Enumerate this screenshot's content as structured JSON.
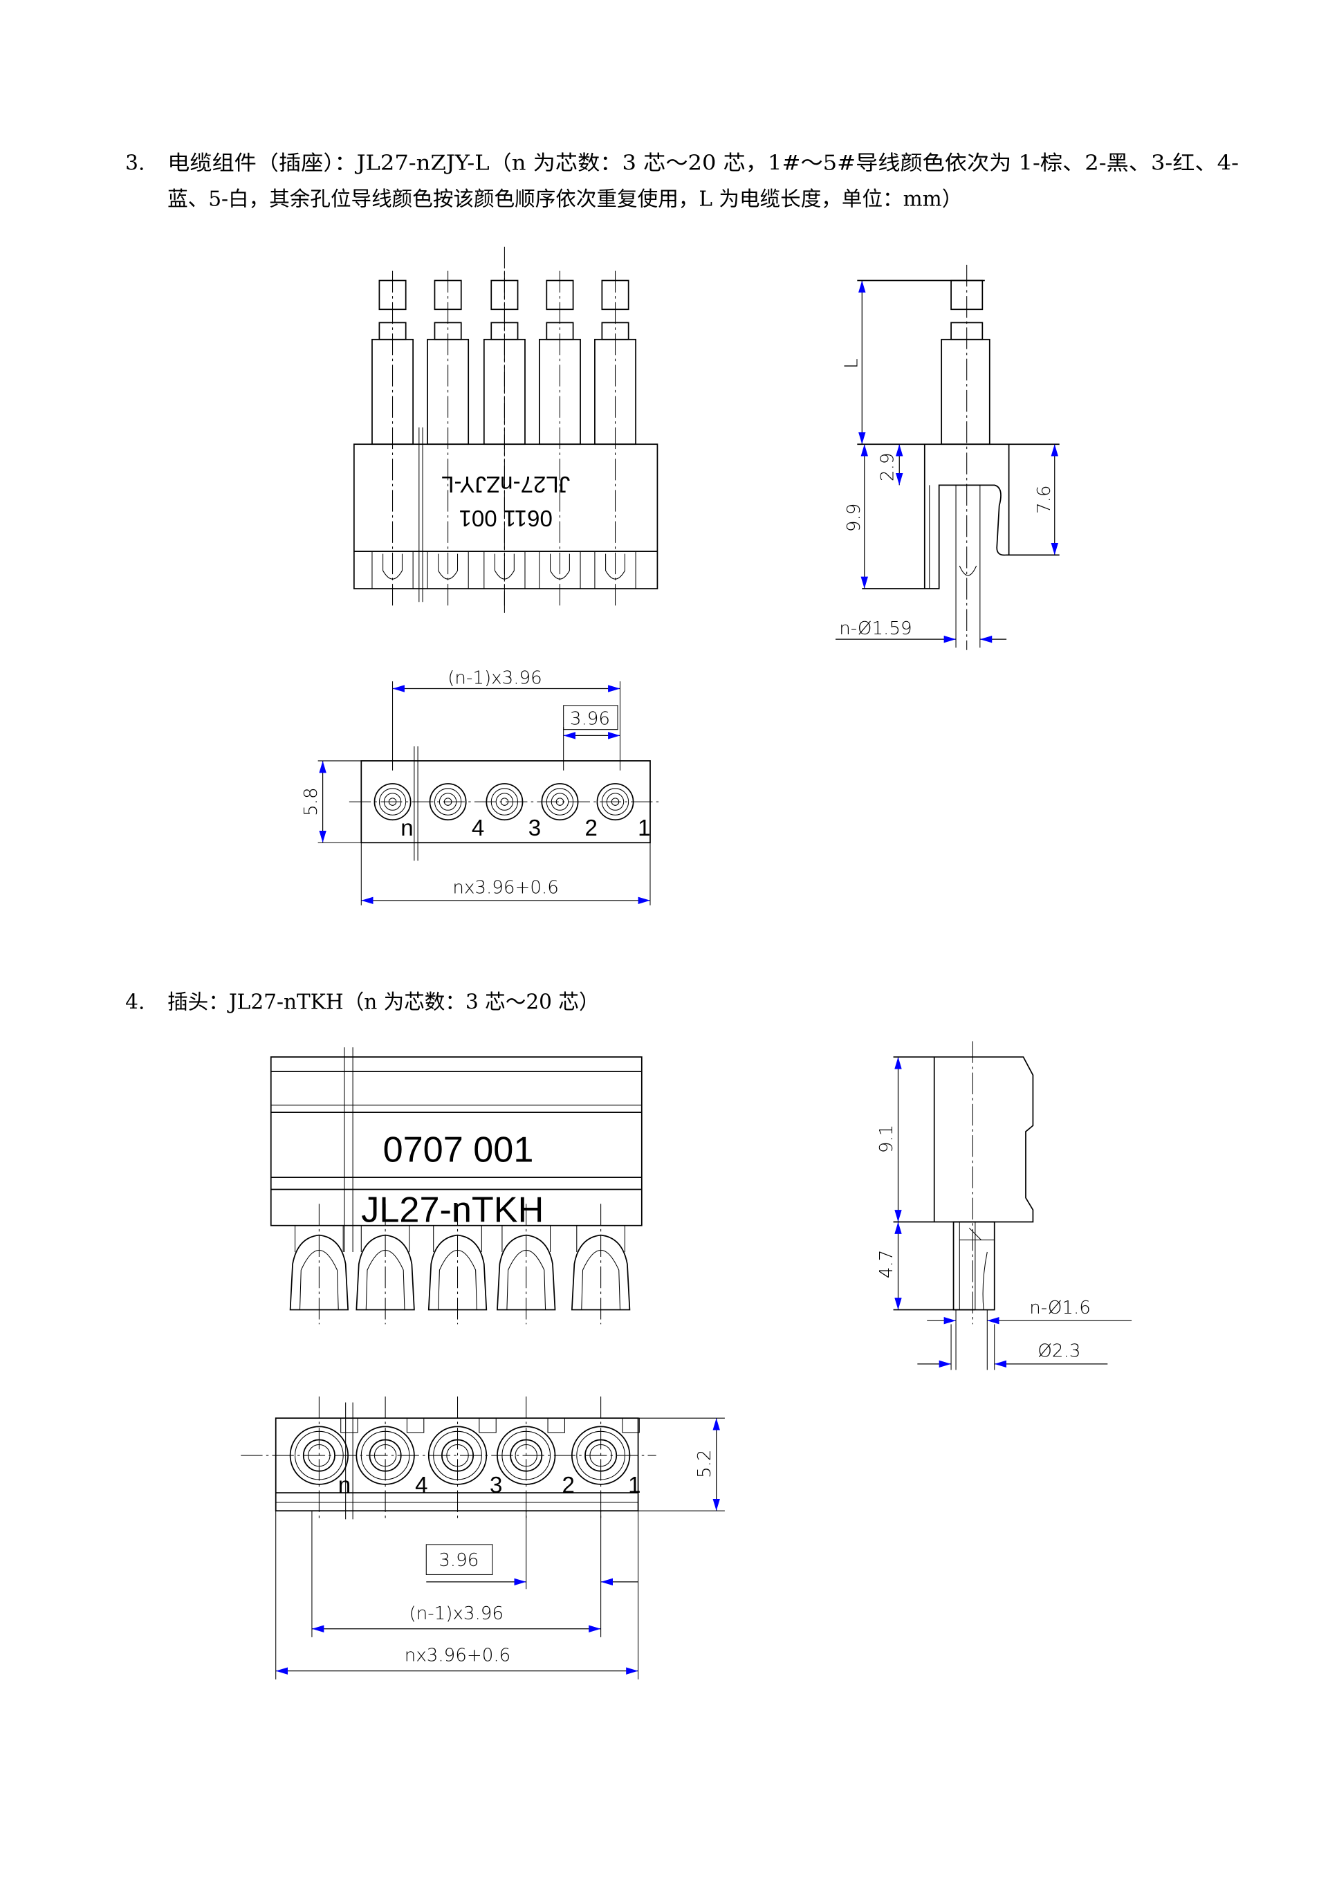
{
  "section3": {
    "number": "3.",
    "line1": "电缆组件（插座）：JL27-nZJY-L（n 为芯数：3 芯～20 芯，1#～5#导线颜色依次为 1-棕、2-黑、3-红、4-",
    "line2": "蓝、5-白，其余孔位导线颜色按该颜色顺序依次重复使用，L 为电缆长度，单位：mm）",
    "marking_code": "0611 001",
    "marking_model": "JL27-nZJY-L",
    "dim_L": "L",
    "dim_2_9": "2.9",
    "dim_9_9": "9.9",
    "dim_7_6": "7.6",
    "dim_pin_dia": "n-Ø1.59",
    "dim_pitch_total": "(n-1)x3.96",
    "dim_pitch": "3.96",
    "dim_height": "5.8",
    "dim_overall": "nx3.96+0.6",
    "pin_labels": [
      "n",
      "4",
      "3",
      "2",
      "1"
    ]
  },
  "section4": {
    "number": "4.",
    "title": "插头：JL27-nTKH（n 为芯数：3 芯～20 芯）",
    "marking_code": "0707 001",
    "marking_model": "JL27-nTKH",
    "dim_9_1": "9.1",
    "dim_4_7": "4.7",
    "dim_pin_dia": "n-Ø1.6",
    "dim_outer_dia": "Ø2.3",
    "dim_height": "5.2",
    "dim_pitch": "3.96",
    "dim_pitch_total": "(n-1)x3.96",
    "dim_overall": "nx3.96+0.6",
    "pin_labels": [
      "n",
      "4",
      "3",
      "2",
      "1"
    ]
  },
  "colors": {
    "dimension_arrow": "#0000ff"
  }
}
